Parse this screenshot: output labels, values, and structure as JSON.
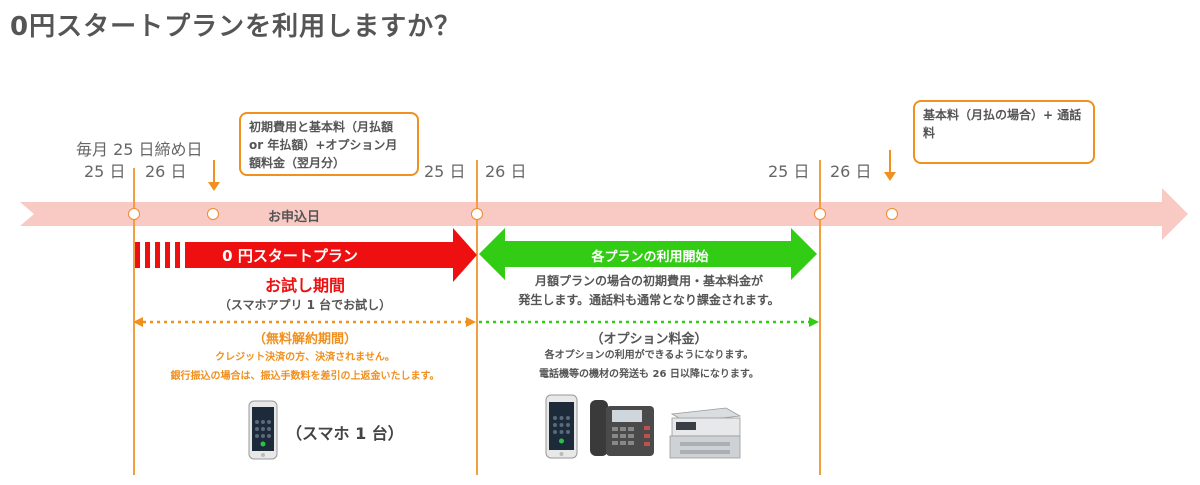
{
  "title": "0円スタートプランを利用しますか？",
  "timeline": {
    "cutoff_label": "毎月 25 日締め日",
    "days": {
      "d25_1": "25 日",
      "d26_1": "26 日",
      "d25_2": "25 日",
      "d26_2": "26 日",
      "d25_3": "25 日",
      "d26_3": "26 日"
    },
    "apply_label": "お申込日"
  },
  "callouts": {
    "first": "初期費用と基本料（月払額 or 年払額）+オプション月額料金（翌月分）",
    "second": "基本料（月払の場合）+ 通話料"
  },
  "trial": {
    "banner": "0 円スタートプラン",
    "title": "お試し期間",
    "subtitle": "（スマホアプリ 1 台でお試し）",
    "cancel_title": "（無料解約期間）",
    "cancel_line1": "クレジット決済の方、決済されません。",
    "cancel_line2": "銀行振込の場合は、振込手数料を差引の上返金いたします。",
    "device_label": "（スマホ 1 台）"
  },
  "plan": {
    "banner": "各プランの利用開始",
    "line1": "月額プランの場合の初期費用・基本料金が",
    "line2": "発生します。通話料も通常となり課金されます。",
    "option_title": "（オプション料金）",
    "option_line1": "各オプションの利用ができるようになります。",
    "option_line2": "電話機等の機材の発送も 26 日以降になります。"
  },
  "icons": {
    "phone": "smartphone-icon",
    "desk_phone": "desk-phone-icon",
    "copier": "multifunction-printer-icon"
  },
  "colors": {
    "orange": "#f0901e",
    "red": "#ee1010",
    "green": "#33cc14",
    "timeline_band": "#f9c9c4"
  }
}
